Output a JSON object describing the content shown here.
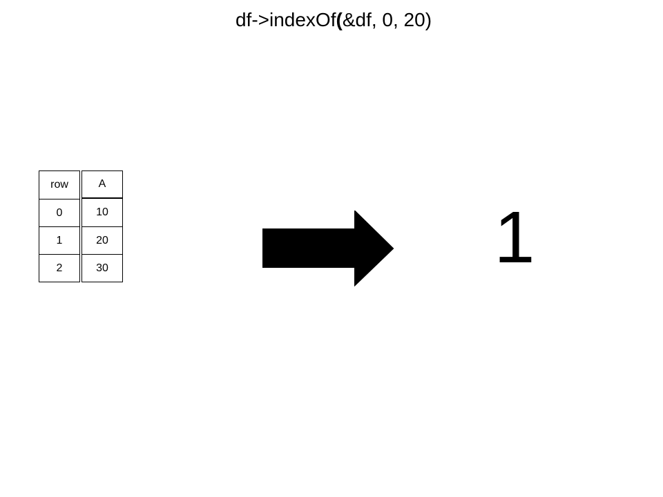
{
  "title": {
    "prefix": "df->indexOf",
    "open_paren": "(",
    "args": "&df, 0, 20",
    "close_paren": ")"
  },
  "table": {
    "headers": [
      "row",
      "A"
    ],
    "rows": [
      [
        "0",
        "10"
      ],
      [
        "1",
        "20"
      ],
      [
        "2",
        "30"
      ]
    ]
  },
  "result": "1",
  "colors": {
    "foreground": "#000000",
    "background": "#ffffff"
  }
}
